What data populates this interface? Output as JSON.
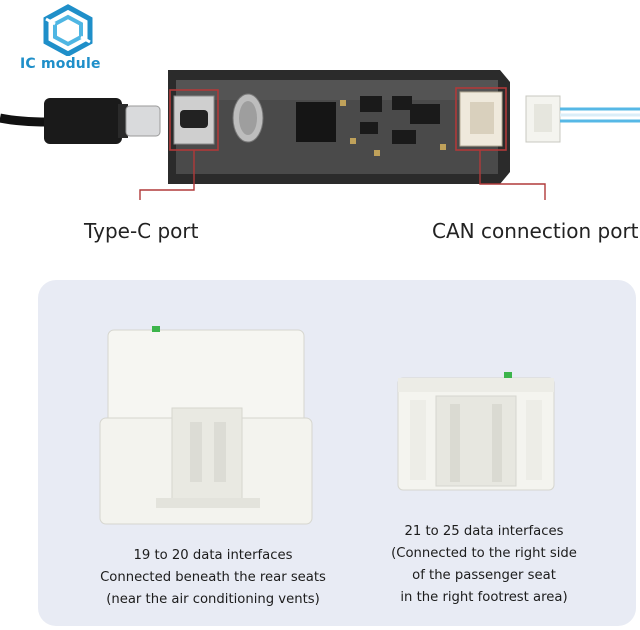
{
  "logo": {
    "text": "IC module",
    "color": "#1f8fc9"
  },
  "ports": {
    "type_c_label": "Type-C port",
    "can_label": "CAN connection port",
    "highlight_color": "#b03a3a"
  },
  "connectors": {
    "left": {
      "lines": [
        "19 to 20 data interfaces",
        "Connected beneath the rear seats",
        "(near the air conditioning vents)"
      ]
    },
    "right": {
      "lines": [
        "21 to 25 data interfaces",
        "(Connected to the right side",
        "of the passenger seat",
        "in the right footrest area)"
      ]
    }
  },
  "colors": {
    "panel_bg": "#e8ebf4",
    "connector_white": "#f4f4ef",
    "wire_blue": "#56b8e6"
  }
}
